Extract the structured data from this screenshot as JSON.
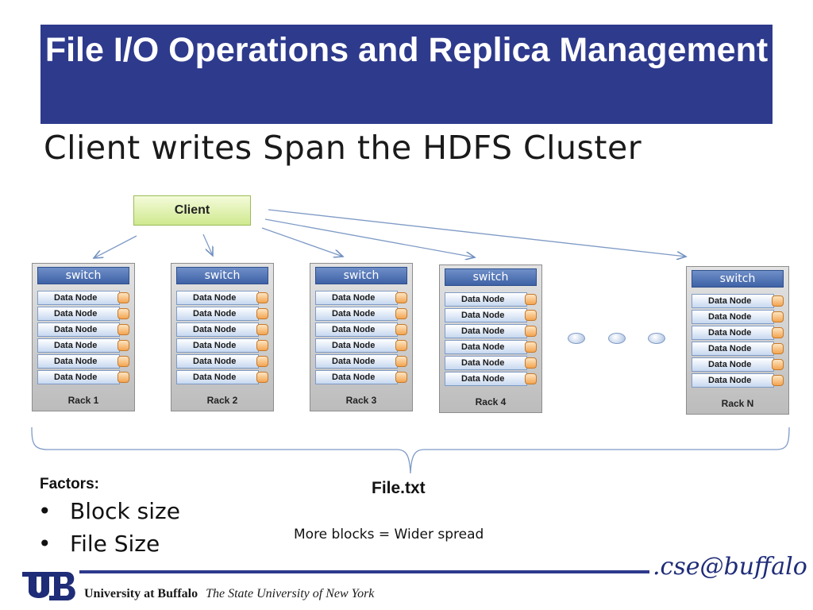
{
  "title": "File I/O Operations and Replica Management",
  "subtitle": "Client writes Span the HDFS Cluster",
  "diagram": {
    "client_label": "Client",
    "switch_label": "switch",
    "node_label": "Data Node",
    "racks": [
      {
        "label": "Rack 1",
        "nodes": [
          "Data Node",
          "Data Node",
          "Data Node",
          "Data Node",
          "Data Node",
          "Data Node"
        ]
      },
      {
        "label": "Rack 2",
        "nodes": [
          "Data Node",
          "Data Node",
          "Data Node",
          "Data Node",
          "Data Node",
          "Data Node"
        ]
      },
      {
        "label": "Rack 3",
        "nodes": [
          "Data Node",
          "Data Node",
          "Data Node",
          "Data Node",
          "Data Node",
          "Data Node"
        ]
      },
      {
        "label": "Rack 4",
        "nodes": [
          "Data Node",
          "Data Node",
          "Data Node",
          "Data Node",
          "Data Node",
          "Data Node"
        ]
      },
      {
        "label": "Rack N",
        "nodes": [
          "Data Node",
          "Data Node",
          "Data Node",
          "Data Node",
          "Data Node",
          "Data Node"
        ]
      }
    ],
    "file_label": "File.txt"
  },
  "factors": {
    "heading": "Factors:",
    "items": [
      "Block size",
      "File Size"
    ]
  },
  "note": "More blocks = Wider spread",
  "footer": {
    "university": "University at Buffalo",
    "tagline": "The State University of New York",
    "brand": ".cse@buffalo"
  },
  "colors": {
    "title_bg": "#2e3a8c",
    "switch_bg": "#4a6db0",
    "client_bg": "#d9efa6",
    "disk": "#f3a552"
  }
}
